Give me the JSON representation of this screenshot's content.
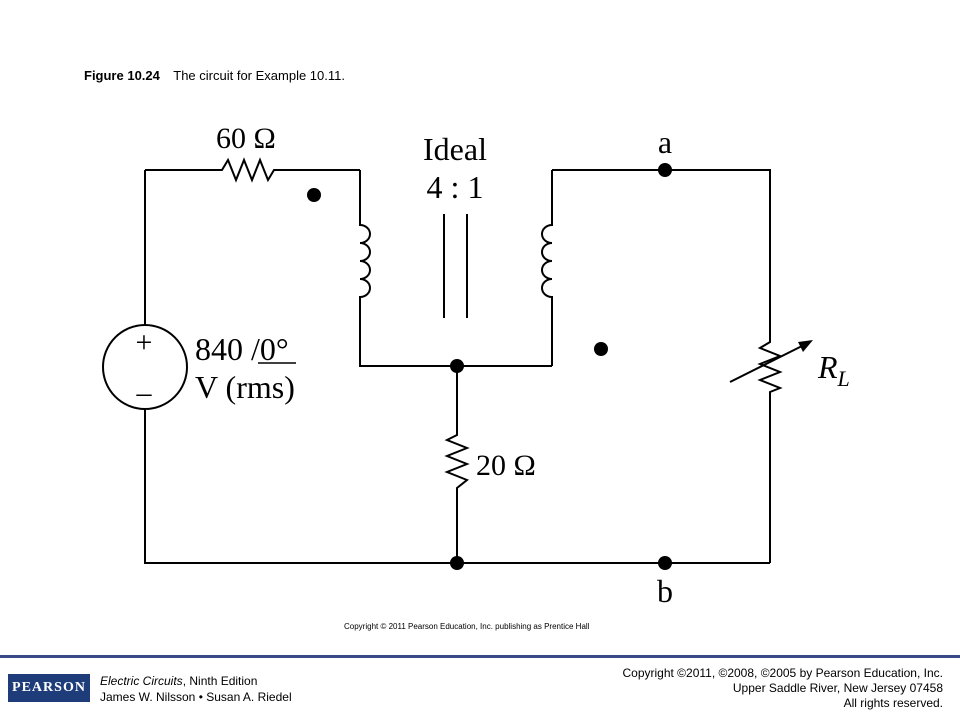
{
  "caption": {
    "figure_label": "Figure 10.24",
    "text": "The circuit for Example 10.11."
  },
  "circuit": {
    "r_source": "60 Ω",
    "transformer_line1": "Ideal",
    "transformer_line2": "4 : 1",
    "source_plus": "+",
    "source_minus": "–",
    "source_value": "840",
    "source_angle": "/0°",
    "source_units": "V (rms)",
    "r_ground": "20 Ω",
    "load_label": "R",
    "load_subscript": "L",
    "node_a": "a",
    "node_b": "b"
  },
  "figure_copyright": "Copyright © 2011 Pearson Education, Inc. publishing as Prentice Hall",
  "footer": {
    "logo": "PEARSON",
    "book_title": "Electric Circuits",
    "book_edition": ", Ninth Edition",
    "authors": "James W. Nilsson • Susan A. Riedel",
    "copyright_line1": "Copyright ©2011, ©2008, ©2005 by Pearson Education, Inc.",
    "copyright_line2": "Upper Saddle River, New Jersey 07458",
    "copyright_line3": "All rights reserved."
  }
}
